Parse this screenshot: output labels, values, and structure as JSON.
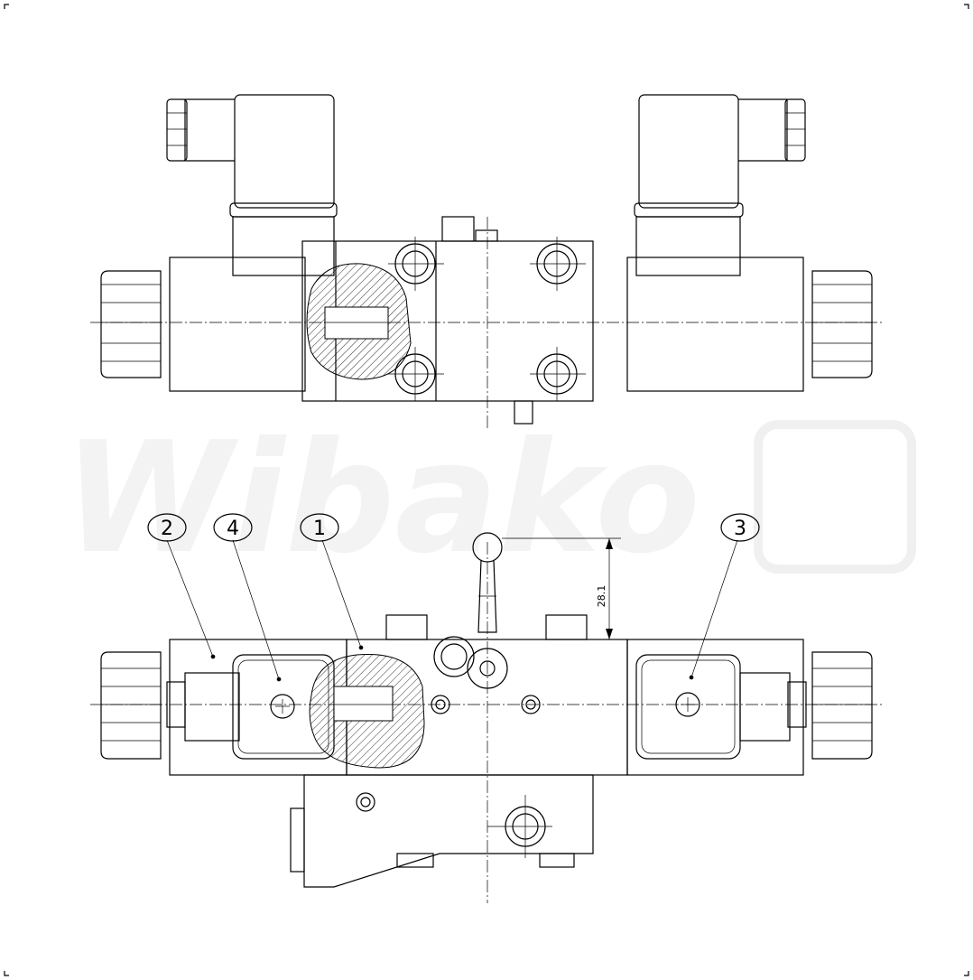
{
  "watermark": {
    "text": "Wibako"
  },
  "callouts": [
    {
      "id": "callout-2",
      "label": "2"
    },
    {
      "id": "callout-4",
      "label": "4"
    },
    {
      "id": "callout-1",
      "label": "1"
    },
    {
      "id": "callout-3",
      "label": "3"
    }
  ],
  "dimension": {
    "value": "28.1"
  }
}
